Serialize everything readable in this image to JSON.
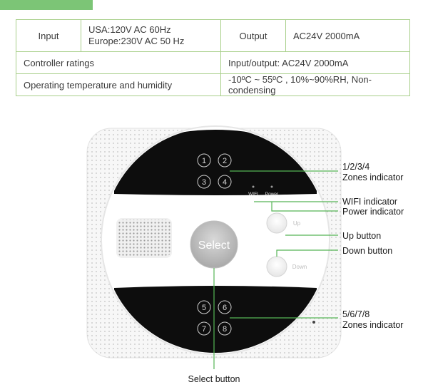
{
  "spec_table": {
    "input_label": "Input",
    "input_value_line1": "USA:120V AC 60Hz",
    "input_value_line2": "Europe:230V AC 50 Hz",
    "output_label": "Output",
    "output_value": "AC24V 2000mA",
    "controller_label": "Controller ratings",
    "controller_value": "Input/output: AC24V 2000mA",
    "operating_label": "Operating temperature and humidity",
    "operating_value": "-10ºC ~ 55ºC , 10%~90%RH, Non-condensing"
  },
  "device": {
    "zones_top": [
      "1",
      "2",
      "3",
      "4"
    ],
    "zones_bottom": [
      "5",
      "6",
      "7",
      "8"
    ],
    "wifi_text": "WIFI",
    "power_text": "Power",
    "up_text": "Up",
    "down_text": "Down",
    "select_text": "Select"
  },
  "callouts": {
    "zones_1_4_line1": "1/2/3/4",
    "zones_1_4_line2": "Zones indicator",
    "wifi": "WIFI indicator",
    "power": "Power indicator",
    "up": "Up button",
    "down": "Down button",
    "zones_5_8_line1": "5/6/7/8",
    "zones_5_8_line2": "Zones indicator",
    "select": "Select button"
  },
  "colors": {
    "accent_green": "#7cc576",
    "callout_line": "#56b556",
    "table_border": "#a8cf8a"
  }
}
